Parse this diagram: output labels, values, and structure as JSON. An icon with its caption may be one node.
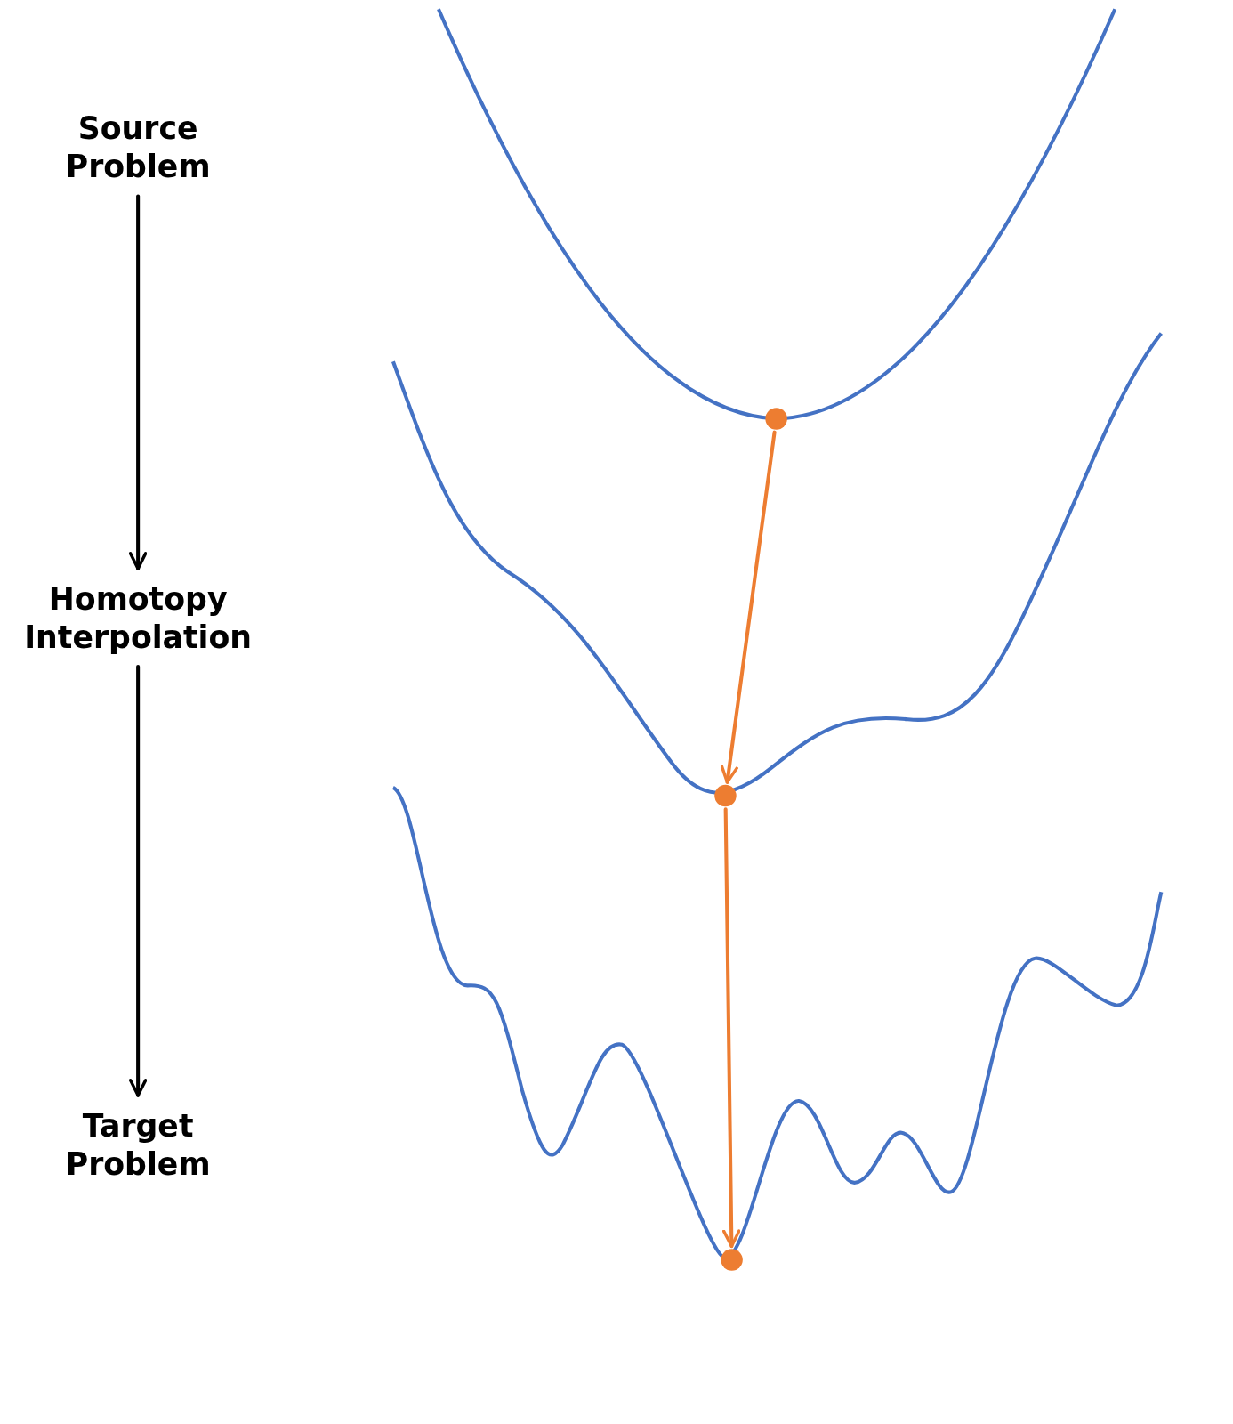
{
  "diagram": {
    "nodes": [
      {
        "text": [
          "Source Problem"
        ]
      },
      {
        "text": [
          "Homotopy Interpolation"
        ]
      },
      {
        "text": [
          "Target Problem"
        ]
      },
      {
        "text": [],
        "shape": "circle"
      },
      {
        "text": [],
        "shape": "circle"
      },
      {
        "text": [],
        "shape": "circle"
      }
    ],
    "edges": [
      {
        "from": 0,
        "to": 1,
        "arrow": "to",
        "color": "#000000"
      },
      {
        "from": 1,
        "to": 2,
        "arrow": "to",
        "color": "#000000"
      },
      {
        "from": 3,
        "to": 4,
        "arrow": "to",
        "color": "#ed7d31"
      },
      {
        "from": 4,
        "to": 5,
        "arrow": "to",
        "color": "#ed7d31"
      }
    ]
  }
}
